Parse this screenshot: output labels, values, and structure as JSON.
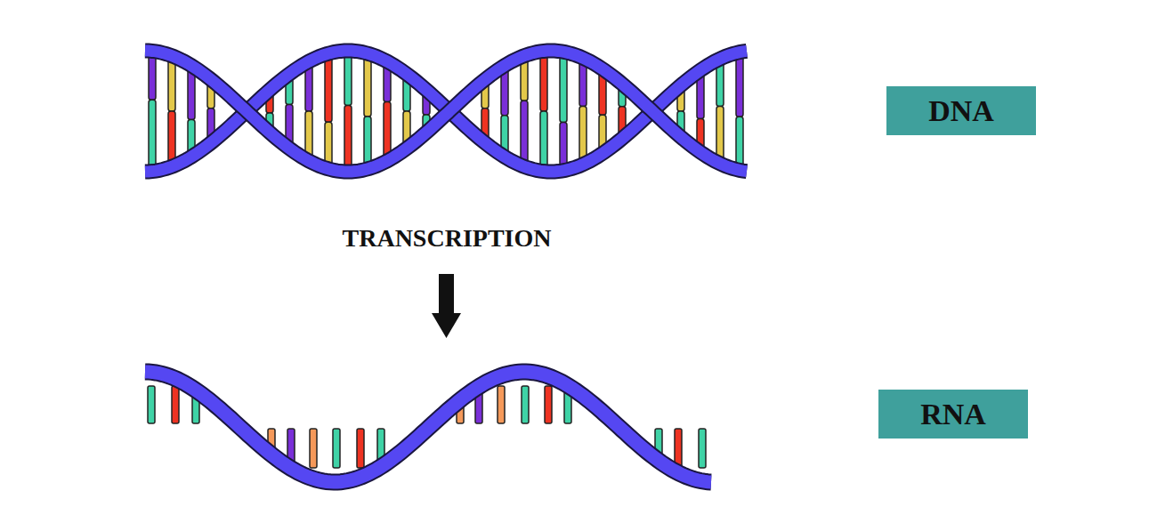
{
  "diagram": {
    "nodes": [
      {
        "text": [
          "DNA"
        ]
      },
      {
        "text": [
          "RNA"
        ]
      }
    ],
    "labels": [
      "TRANSCRIPTION"
    ]
  }
}
